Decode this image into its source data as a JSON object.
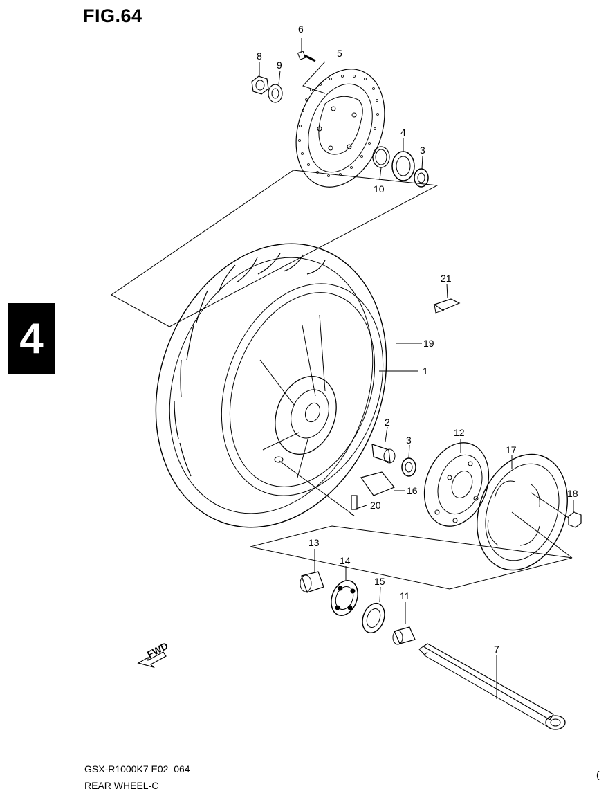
{
  "figure": {
    "title": "FIG.64"
  },
  "section_tab": {
    "label": "4"
  },
  "callouts": {
    "c1": "1",
    "c2": "2",
    "c3a": "3",
    "c3b": "3",
    "c4": "4",
    "c5": "5",
    "c6": "6",
    "c7": "7",
    "c8": "8",
    "c9": "9",
    "c10": "10",
    "c11": "11",
    "c12": "12",
    "c13": "13",
    "c14": "14",
    "c15": "15",
    "c16": "16",
    "c17": "17",
    "c18": "18",
    "c19": "19",
    "c20": "20",
    "c21": "21"
  },
  "fwd_arrow": {
    "label": "FWD"
  },
  "footer": {
    "code": "GSX-R1000K7 E02_064",
    "name": "REAR WHEEL-C",
    "corner": "("
  },
  "icons": {
    "fwd": "fwd-arrow-icon"
  },
  "colors": {
    "ink": "#000000",
    "paper": "#ffffff",
    "tab": "#000000"
  }
}
